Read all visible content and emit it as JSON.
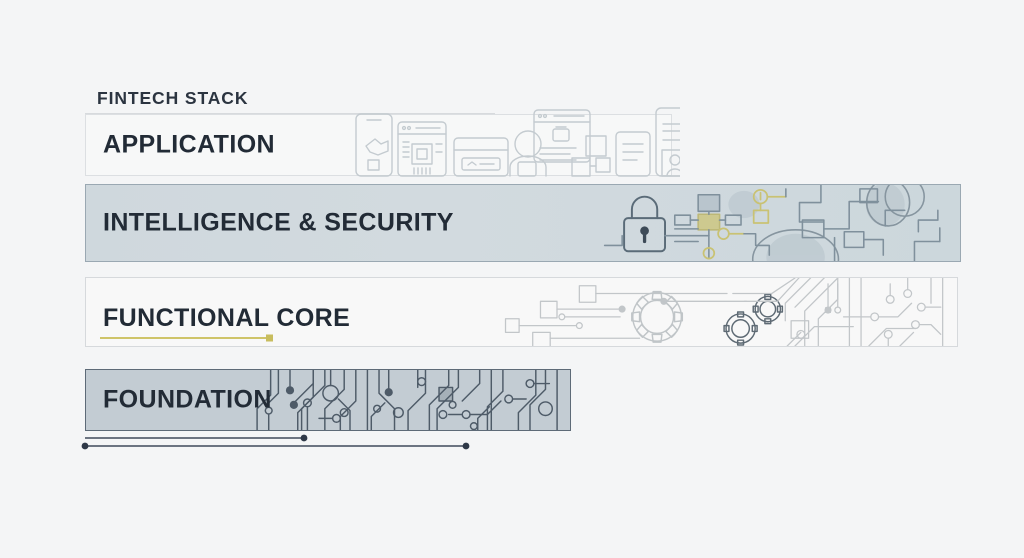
{
  "page": {
    "kicker": "FINTECH STACK",
    "background_color": "#f4f5f6",
    "text_color": "#222b36",
    "accent_yellow": "#cfc469",
    "accent_navy": "#3f4a5a"
  },
  "stack": {
    "layers": [
      {
        "id": "application",
        "label": "APPLICATION",
        "fill": "#f7f8f8",
        "border": "#dcdfe2",
        "art": "app-interface-icons"
      },
      {
        "id": "intelligence",
        "label": "INTELLIGENCE & SECURITY",
        "fill": "#cfd8dd",
        "border": "#9aa8b2",
        "art": "lock-network-circuit"
      },
      {
        "id": "functional",
        "label": "FUNCTIONAL CORE",
        "fill": "#f8f8f8",
        "border": "#d6d9dc",
        "art": "gears-circuit"
      },
      {
        "id": "foundation",
        "label": "FOUNDATION",
        "fill": "#c3ccd3",
        "border": "#5d6a77",
        "art": "circuit-board"
      }
    ]
  },
  "icons": {
    "application": [
      "mobile-phone-icon",
      "browser-chip-icon",
      "card-window-icon",
      "person-icon",
      "browser-flowchart-icon",
      "document-icon",
      "id-document-icon"
    ],
    "intelligence": [
      "padlock-icon",
      "network-node-icon",
      "status-dot-icon",
      "circuit-trace-icon"
    ],
    "functional": [
      "gear-large-icon",
      "gear-medium-icon",
      "gear-small-icon",
      "circuit-trace-icon"
    ],
    "foundation": [
      "circuit-board-icon"
    ]
  },
  "rules": {
    "hairline_above_application": true,
    "yellow_rule_under_functional_core": true,
    "bottom_rule_count": 2
  }
}
